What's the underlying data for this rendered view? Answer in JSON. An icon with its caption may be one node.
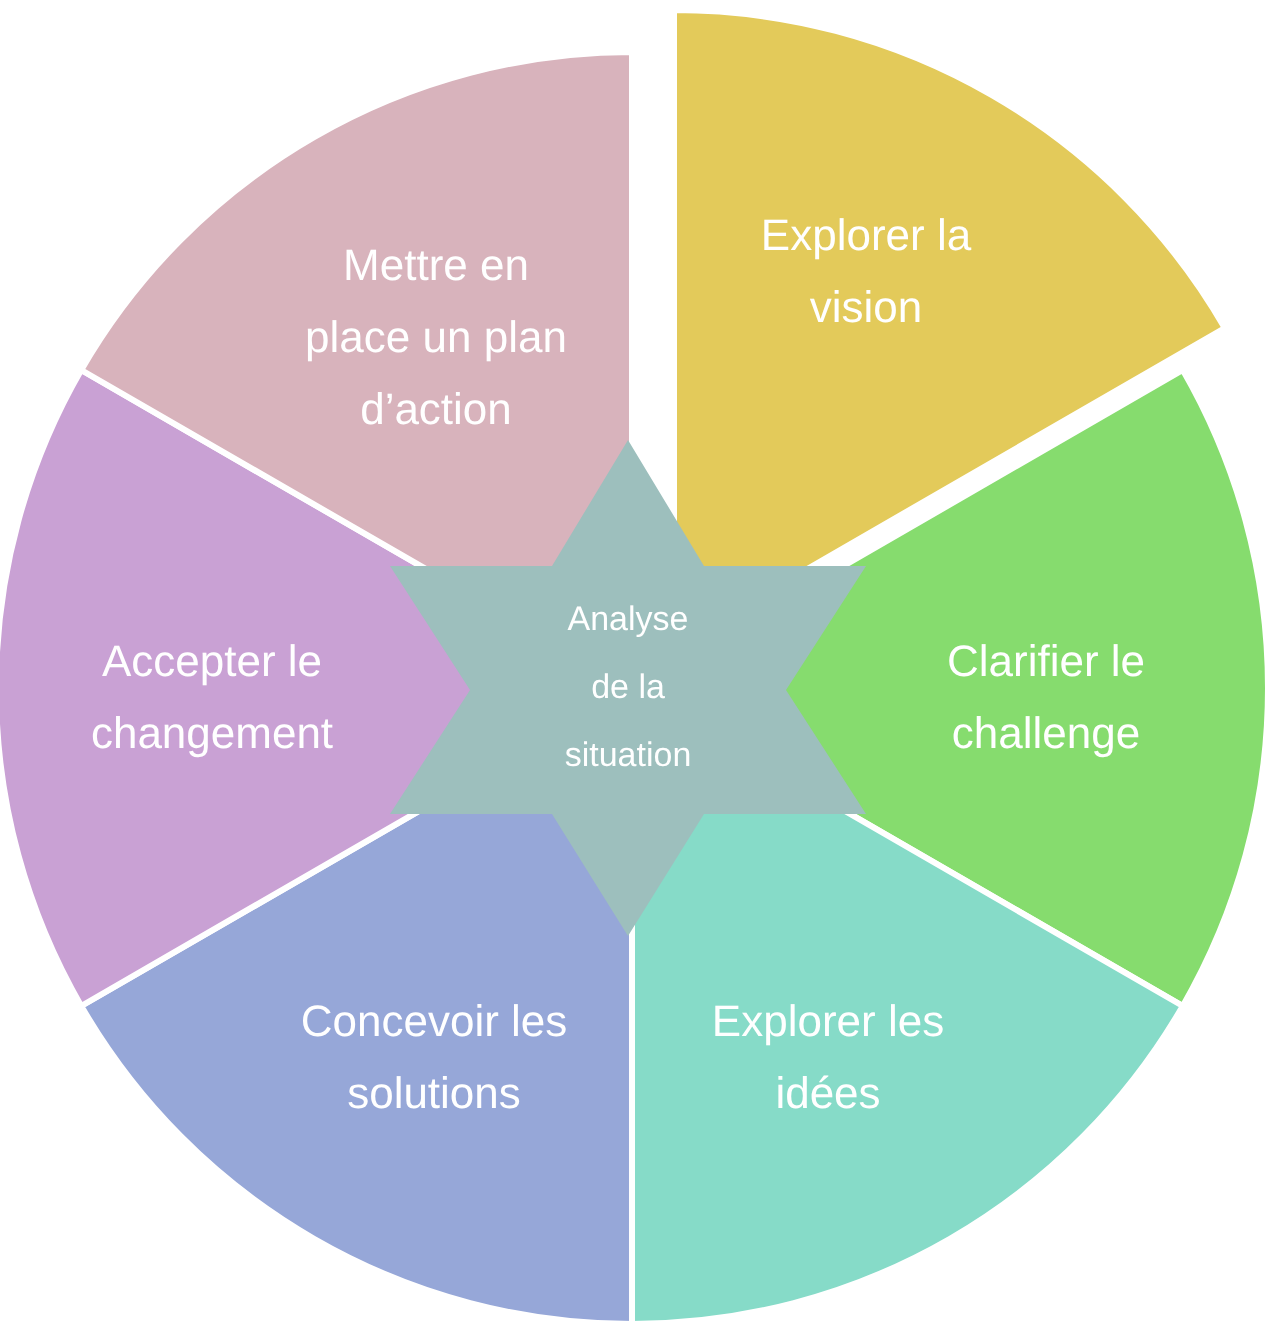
{
  "diagram": {
    "nodes": [
      {
        "text": [
          "Explorer la vision"
        ]
      },
      {
        "text": [
          "Clarifier le challenge"
        ]
      },
      {
        "text": [
          "Explorer les idées"
        ]
      },
      {
        "text": [
          "Concevoir les solutions"
        ]
      },
      {
        "text": [
          "Accepter le changement"
        ]
      },
      {
        "text": [
          "Mettre en place un plan d’action"
        ]
      },
      {
        "text": [
          "Analyse de la situation"
        ]
      }
    ]
  }
}
